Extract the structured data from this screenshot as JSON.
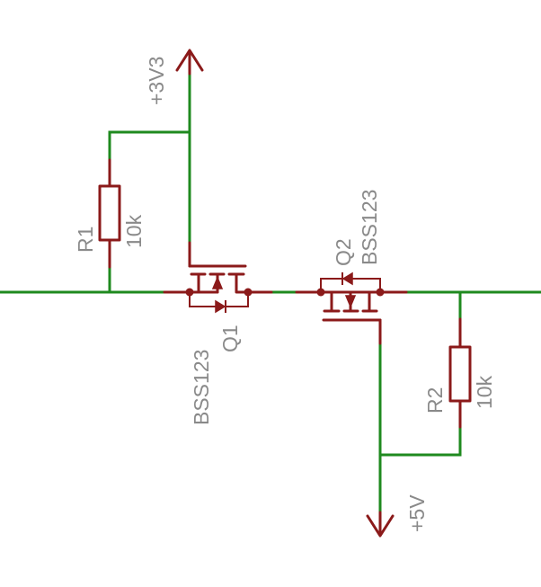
{
  "labels": {
    "vcc_top": "+3V3",
    "vcc_bottom": "+5V",
    "r1_name": "R1",
    "r1_value": "10k",
    "r2_name": "R2",
    "r2_value": "10k",
    "q1_name": "Q1",
    "q1_value": "BSS123",
    "q2_name": "Q2",
    "q2_value": "BSS123"
  },
  "colors": {
    "wire": "#1f8a1f",
    "component": "#8b1a1a",
    "label": "#8a8a8a"
  }
}
